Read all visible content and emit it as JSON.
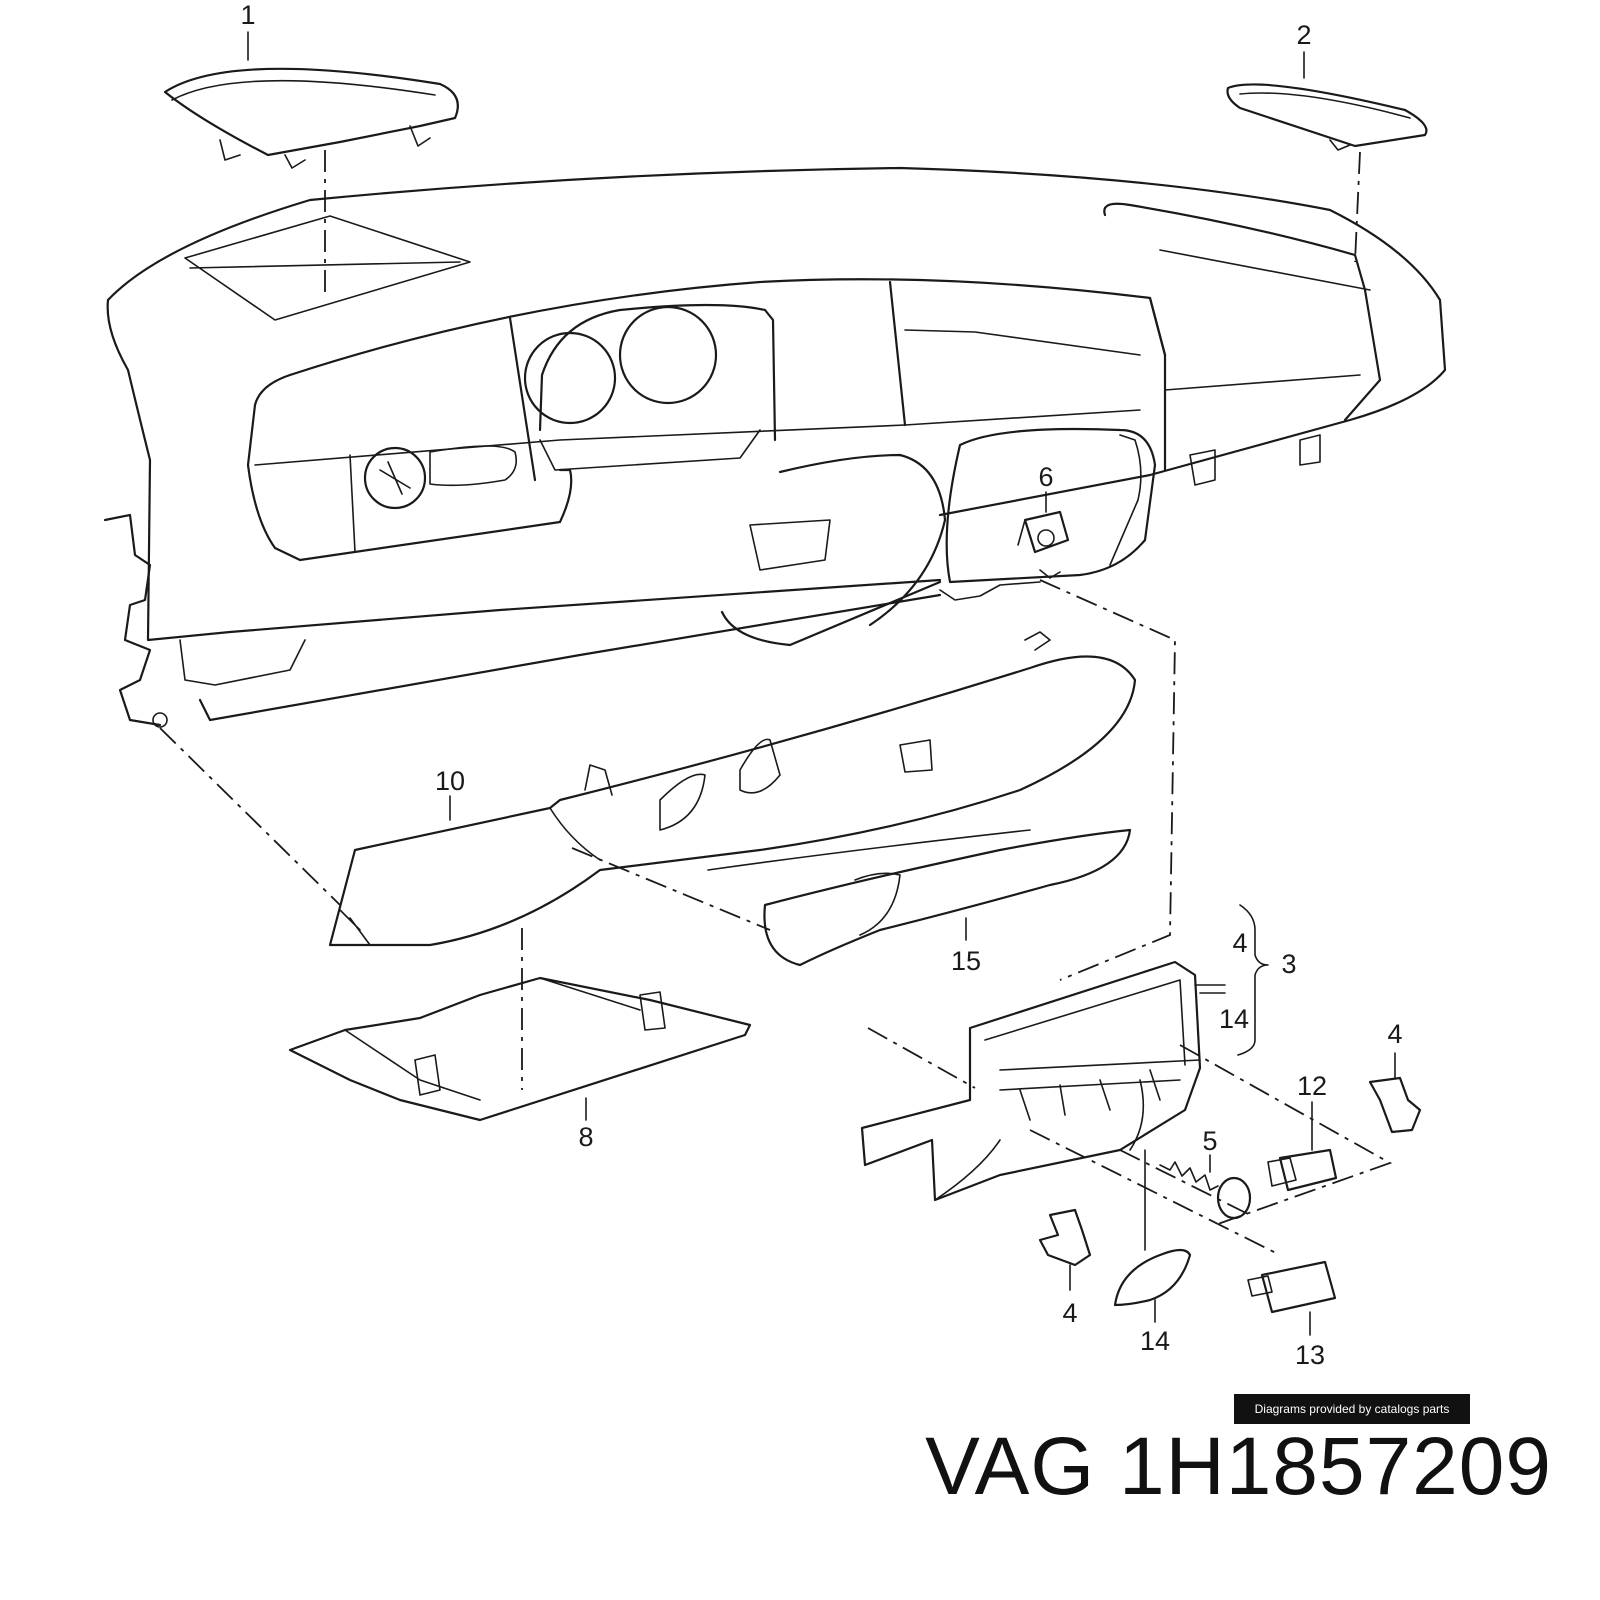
{
  "callouts": [
    {
      "id": "1",
      "label": "1"
    },
    {
      "id": "2",
      "label": "2"
    },
    {
      "id": "3",
      "label": "3"
    },
    {
      "id": "4a",
      "label": "4"
    },
    {
      "id": "4b",
      "label": "4"
    },
    {
      "id": "4c",
      "label": "4"
    },
    {
      "id": "5",
      "label": "5"
    },
    {
      "id": "6",
      "label": "6"
    },
    {
      "id": "8",
      "label": "8"
    },
    {
      "id": "10",
      "label": "10"
    },
    {
      "id": "12",
      "label": "12"
    },
    {
      "id": "13",
      "label": "13"
    },
    {
      "id": "14a",
      "label": "14"
    },
    {
      "id": "14b",
      "label": "14"
    },
    {
      "id": "15",
      "label": "15"
    }
  ],
  "credit": "Diagrams provided by catalogs parts",
  "part_title": "VAG 1H1857209",
  "colors": {
    "line": "#1a1a1a",
    "credit_bg": "#111111",
    "credit_text": "#ffffff",
    "title": "#111111"
  }
}
